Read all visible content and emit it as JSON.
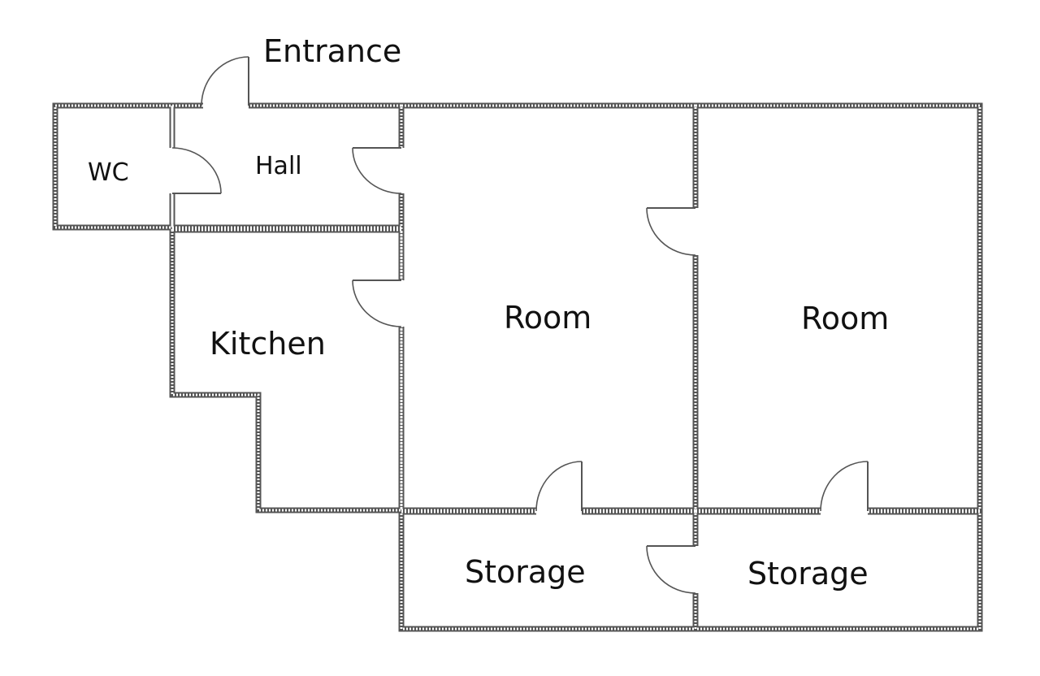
{
  "labels": {
    "entrance": "Entrance",
    "wc": "WC",
    "hall": "Hall",
    "kitchen": "Kitchen",
    "room_left": "Room",
    "room_right": "Room",
    "storage_left": "Storage",
    "storage_right": "Storage"
  },
  "colors": {
    "wall": "#555555",
    "background": "#ffffff",
    "text": "#111111"
  }
}
